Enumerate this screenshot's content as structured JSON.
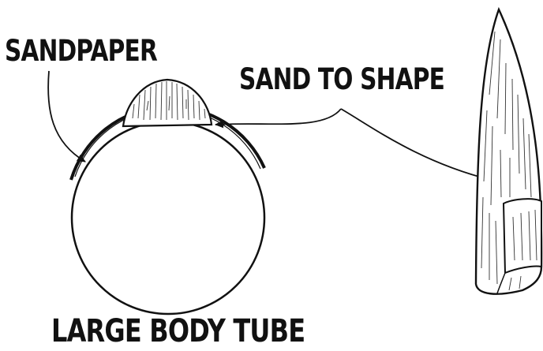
{
  "labels": {
    "sandpaper": "SANDPAPER",
    "sand_to_shape": "SAND TO SHAPE",
    "large_body_tube": "LARGE BODY TUBE"
  },
  "colors": {
    "ink": "#111111",
    "paper": "#ffffff",
    "wood_grain": "#333333"
  },
  "icons": {
    "body_tube": "large-body-tube-circle",
    "sandpaper": "sandpaper-wrap",
    "nose_cone": "balsa-nose-cone"
  }
}
